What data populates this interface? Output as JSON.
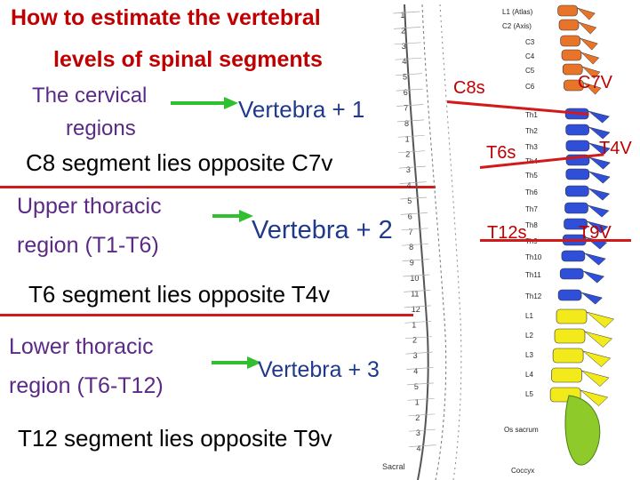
{
  "title_line1": "How to estimate the vertebral",
  "title_line2": "levels of spinal segments",
  "cervical": {
    "region_line1": "The cervical",
    "region_line2": "regions",
    "rule": "Vertebra + 1",
    "statement": "C8 segment lies opposite C7v"
  },
  "upper_thoracic": {
    "region_line1": "Upper thoracic",
    "region_line2": "region (T1-T6)",
    "rule": "Vertebra + 2",
    "statement": "T6 segment lies opposite T4v"
  },
  "lower_thoracic": {
    "region_line1": "Lower thoracic",
    "region_line2": "region (T6-T12)",
    "rule": "Vertebra + 3",
    "statement": "T12 segment lies opposite T9v"
  },
  "markers": {
    "c8s": "C8s",
    "c7v": "C7V",
    "t6s": "T6s",
    "t4v": "T4V",
    "t12s": "T12s",
    "t9v": "T9V"
  },
  "spine_labels": {
    "l1": "L1 (Atlas)",
    "l2": "C2 (Axis)",
    "c3": "C3",
    "c4": "C4",
    "c5": "C5",
    "c6": "C6",
    "th1": "Th1",
    "th2": "Th2",
    "th3": "Th3",
    "th4": "Th4",
    "th5": "Th5",
    "th6": "Th6",
    "th7": "Th7",
    "th8": "Th8",
    "th9": "Th9",
    "th10": "Th10",
    "th11": "Th11",
    "th12": "Th12",
    "lu1": "L1",
    "lu2": "L2",
    "lu3": "L3",
    "lu4": "L4",
    "lu5": "L5",
    "sacrum": "Os sacrum",
    "coccyx": "Coccyx"
  },
  "cord_segment_numbers": [
    "1",
    "2",
    "3",
    "4",
    "5",
    "6",
    "7",
    "8",
    "1",
    "2",
    "3",
    "4",
    "5",
    "6",
    "7",
    "8",
    "9",
    "10",
    "11",
    "12",
    "1",
    "2",
    "3",
    "4",
    "5",
    "1",
    "2",
    "3",
    "4"
  ],
  "cord_footer": "Sacral",
  "colors": {
    "title": "#c00000",
    "region": "#5b2a86",
    "rule": "#1f3a8a",
    "arrow": "#2fbf2f",
    "line": "#d21a1a",
    "cervical_spine": "#e8742a",
    "thoracic_spine": "#2f4fd8",
    "lumbar_spine": "#f2ea1a",
    "sacral_spine": "#8ecb2a"
  }
}
